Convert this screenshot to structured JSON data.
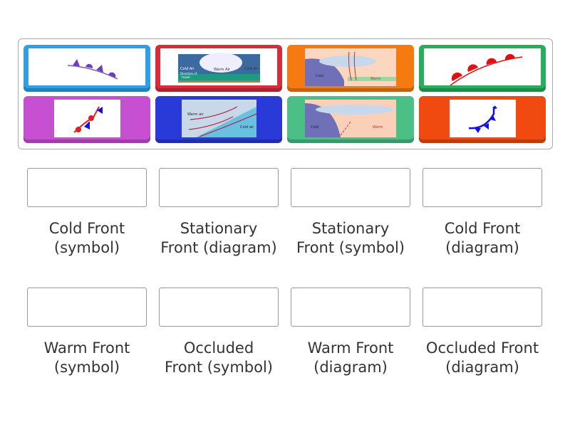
{
  "tiles": [
    {
      "id": "stationary-front-symbol",
      "color": "#2fa0e6",
      "icon": "stationary-front-symbol"
    },
    {
      "id": "occluded-front-diagram",
      "color": "#d62c3c",
      "icon": "occluded-front-diagram",
      "texts": [
        "Cold Air",
        "Warm Air",
        "Cold Air",
        "Direction of",
        "travel"
      ]
    },
    {
      "id": "occluded-front-diagram-2",
      "color": "#f57a10",
      "icon": "cross-section-diagram",
      "texts": [
        "Cool",
        "Warm"
      ]
    },
    {
      "id": "warm-front-symbol",
      "color": "#27ae5a",
      "icon": "warm-front-symbol"
    },
    {
      "id": "stationary-symbol-vertical",
      "color": "#c64fd2",
      "icon": "stationary-front-symbol"
    },
    {
      "id": "warm-front-diagram",
      "color": "#2a3ad8",
      "icon": "warm-front-diagram",
      "texts": [
        "Warm air",
        "Cold air"
      ]
    },
    {
      "id": "stationary-front-diagram",
      "color": "#4cbf87",
      "icon": "stationary-front-diagram",
      "texts": [
        "Cold",
        "Warm"
      ]
    },
    {
      "id": "cold-front-symbol",
      "color": "#f04a10",
      "icon": "cold-front-symbol"
    }
  ],
  "targets": [
    {
      "label": "Cold Front (symbol)",
      "lines": [
        "Cold Front",
        "(symbol)"
      ]
    },
    {
      "label": "Stationary Front (diagram)",
      "lines": [
        "Stationary",
        "Front (diagram)"
      ]
    },
    {
      "label": "Stationary Front (symbol)",
      "lines": [
        "Stationary",
        "Front (symbol)"
      ]
    },
    {
      "label": "Cold Front (diagram)",
      "lines": [
        "Cold Front",
        "(diagram)"
      ]
    },
    {
      "label": "Warm Front (symbol)",
      "lines": [
        "Warm Front",
        "(symbol)"
      ]
    },
    {
      "label": "Occluded Front (symbol)",
      "lines": [
        "Occluded",
        "Front (symbol)"
      ]
    },
    {
      "label": "Warm Front (diagram)",
      "lines": [
        "Warm Front",
        "(diagram)"
      ]
    },
    {
      "label": "Occluded Front (diagram)",
      "lines": [
        "Occluded Front",
        "(diagram)"
      ]
    }
  ]
}
